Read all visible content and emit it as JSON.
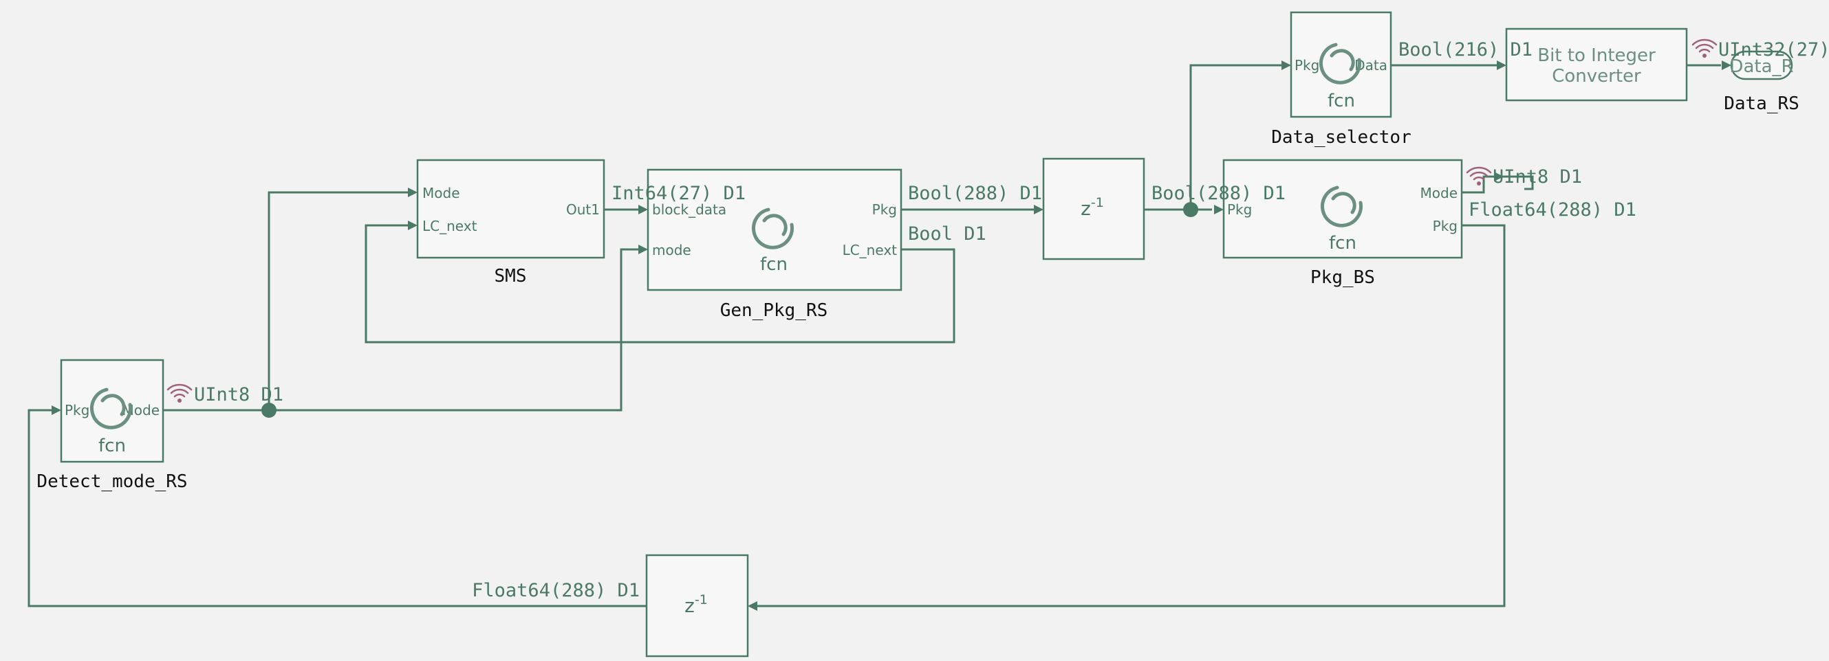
{
  "blocks": {
    "sms": {
      "name": "SMS",
      "in1": "Mode",
      "in2": "LC_next",
      "out1": "Out1"
    },
    "gen_pkg": {
      "name": "Gen_Pkg_RS",
      "in1": "block_data",
      "in2": "mode",
      "out1": "Pkg",
      "out2": "LC_next",
      "body": "fcn"
    },
    "delay_top": {
      "label": "z",
      "exp": "-1"
    },
    "data_selector": {
      "name": "Data_selector",
      "in1": "Pkg",
      "out1": "Data",
      "body": "fcn"
    },
    "bit_to_int": {
      "line1": "Bit to Integer",
      "line2": "Converter"
    },
    "data_rs": {
      "name": "Data_RS",
      "body": "Data_R"
    },
    "pkg_bs": {
      "name": "Pkg_BS",
      "in1": "Pkg",
      "out1": "Mode",
      "out2": "Pkg",
      "body": "fcn"
    },
    "detect_mode": {
      "name": "Detect_mode_RS",
      "in1": "Pkg",
      "out1": "Mode",
      "body": "fcn"
    },
    "delay_bottom": {
      "label": "z",
      "exp": "-1"
    }
  },
  "signals": {
    "sms_out": "Int64(27) D1",
    "gen_pkg_out": "Bool(288) D1",
    "gen_lc_next": "Bool D1",
    "delay_out": "Bool(288) D1",
    "selector_out": "Bool(216) D1",
    "converter_out": "UInt32(27)",
    "pkg_bs_mode": "UInt8 D1",
    "pkg_bs_pkg": "Float64(288) D1",
    "detect_mode_out": "UInt8 D1",
    "feedback": "Float64(288) D1"
  },
  "icons": {
    "fcn": "matlab-function-icon",
    "wireless": "wireless-signal-icon"
  },
  "colors": {
    "wire": "#4a7a66",
    "background": "#f2f2f2",
    "block_fill": "#f7f7f7",
    "wireless": "#a0607a"
  }
}
